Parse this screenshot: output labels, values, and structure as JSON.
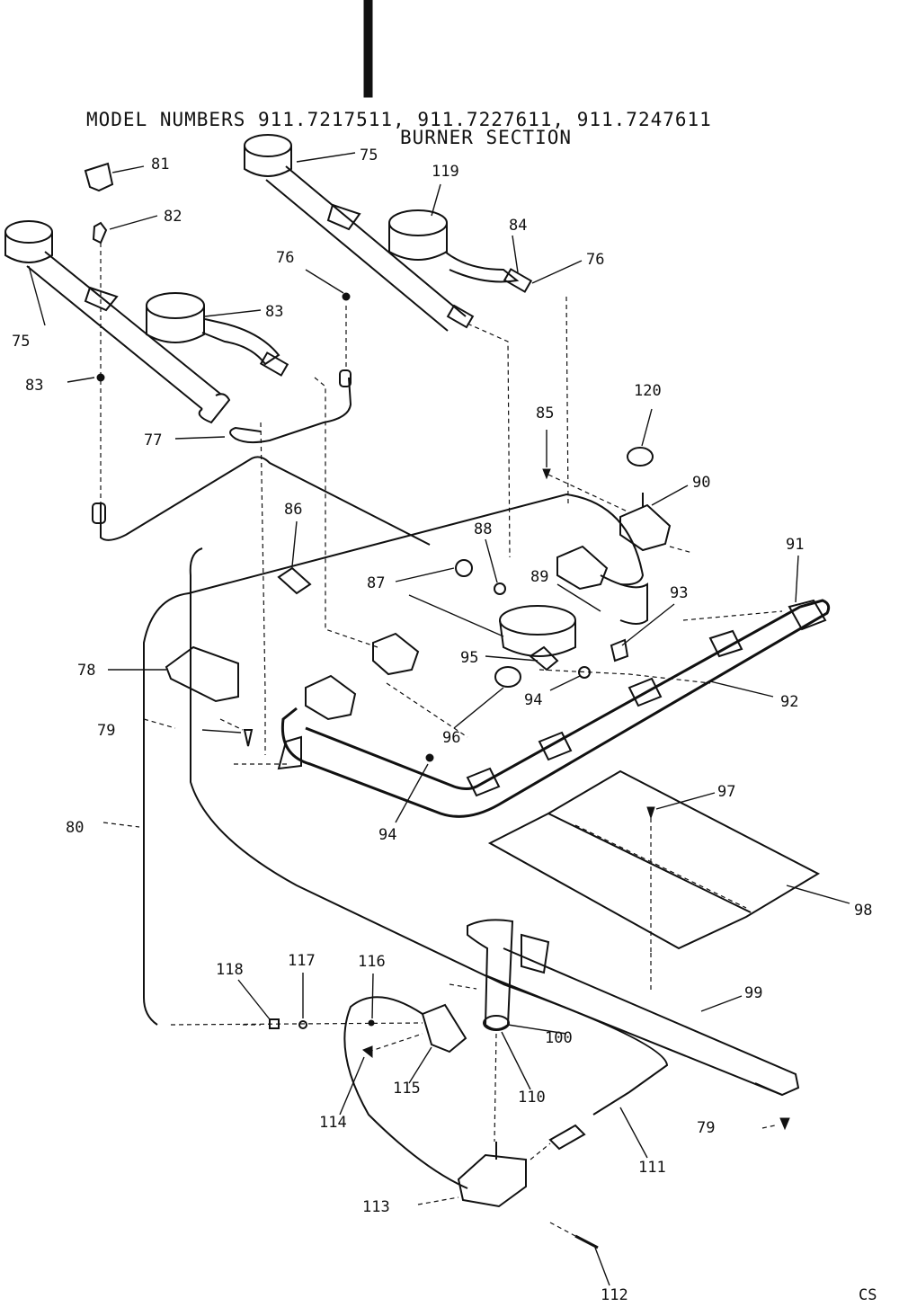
{
  "header": {
    "model_line": "MODEL NUMBERS 911.7217511, 911.7227611, 911.7247611",
    "section_title": "BURNER SECTION"
  },
  "corner_mark": "CS",
  "callouts": [
    "75",
    "81",
    "82",
    "76",
    "83",
    "75",
    "83",
    "119",
    "84",
    "76",
    "77",
    "85",
    "120",
    "90",
    "86",
    "88",
    "87",
    "89",
    "91",
    "93",
    "95",
    "78",
    "94",
    "92",
    "79",
    "96",
    "94",
    "97",
    "80",
    "98",
    "118",
    "117",
    "116",
    "99",
    "100",
    "115",
    "110",
    "114",
    "79",
    "111",
    "113",
    "112"
  ]
}
